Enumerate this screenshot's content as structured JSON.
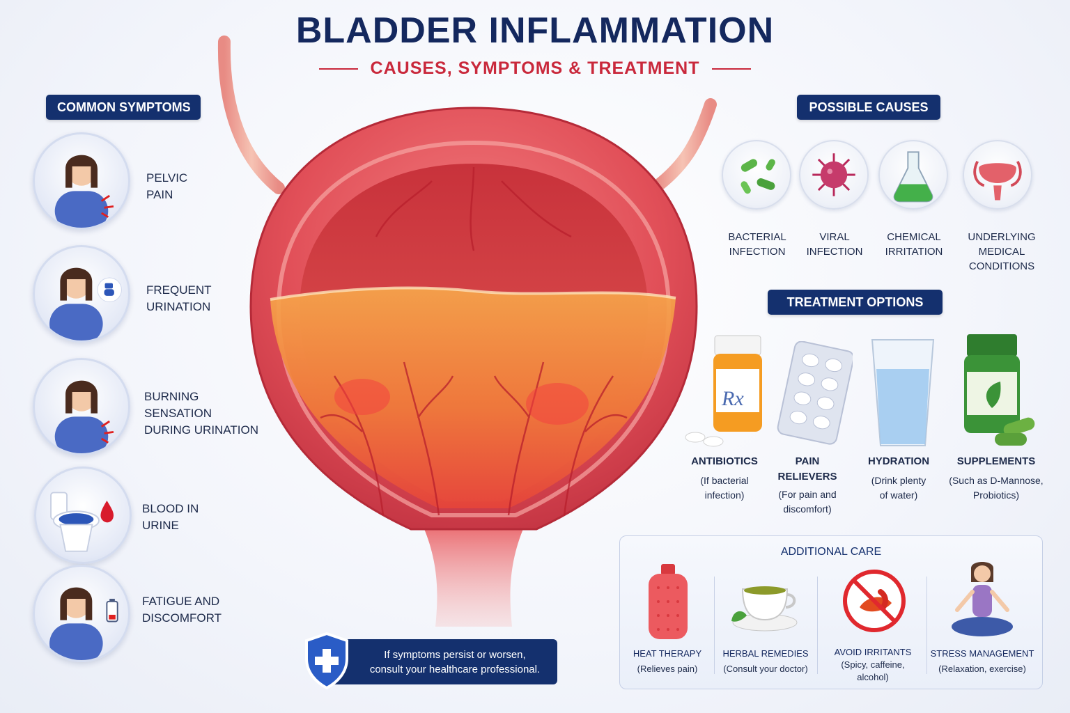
{
  "header": {
    "title": "BLADDER INFLAMMATION",
    "subtitle": "CAUSES, SYMPTOMS & TREATMENT"
  },
  "symptoms": {
    "heading": "COMMON SYMPTOMS",
    "items": [
      {
        "line1": "PELVIC",
        "line2": "PAIN",
        "line3": ""
      },
      {
        "line1": "FREQUENT",
        "line2": "URINATION",
        "line3": ""
      },
      {
        "line1": "BURNING",
        "line2": "SENSATION",
        "line3": "DURING URINATION"
      },
      {
        "line1": "BLOOD IN",
        "line2": "URINE",
        "line3": ""
      },
      {
        "line1": "FATIGUE AND",
        "line2": "DISCOMFORT",
        "line3": ""
      }
    ]
  },
  "causes": {
    "heading": "POSSIBLE CAUSES",
    "items": [
      {
        "line1": "BACTERIAL",
        "line2": "INFECTION",
        "icon": "bacteria-icon"
      },
      {
        "line1": "VIRAL",
        "line2": "INFECTION",
        "icon": "virus-icon"
      },
      {
        "line1": "CHEMICAL",
        "line2": "IRRITATION",
        "icon": "flask-icon"
      },
      {
        "line1": "UNDERLYING",
        "line2": "MEDICAL CONDITIONS",
        "icon": "bladder-icon"
      }
    ]
  },
  "treatment": {
    "heading": "TREATMENT OPTIONS",
    "items": [
      {
        "title1": "ANTIBIOTICS",
        "title2": "",
        "sub1": "(If bacterial",
        "sub2": "infection)",
        "icon": "pill-bottle-icon"
      },
      {
        "title1": "PAIN",
        "title2": "RELIEVERS",
        "sub1": "(For pain and",
        "sub2": "discomfort)",
        "icon": "blister-pack-icon"
      },
      {
        "title1": "HYDRATION",
        "title2": "",
        "sub1": "(Drink plenty",
        "sub2": "of water)",
        "icon": "water-glass-icon"
      },
      {
        "title1": "SUPPLEMENTS",
        "title2": "",
        "sub1": "(Such as D-Mannose,",
        "sub2": "Probiotics)",
        "icon": "supplement-bottle-icon"
      }
    ],
    "rx_label": "Rx"
  },
  "additional_care": {
    "heading": "ADDITIONAL CARE",
    "items": [
      {
        "title": "HEAT THERAPY",
        "sub1": "(Relieves pain)",
        "sub2": ""
      },
      {
        "title": "HERBAL REMEDIES",
        "sub1": "(Consult your doctor)",
        "sub2": ""
      },
      {
        "title": "AVOID IRRITANTS",
        "sub1": "(Spicy, caffeine,",
        "sub2": "alcohol)"
      },
      {
        "title": "STRESS MANAGEMENT",
        "sub1": "(Relaxation, exercise)",
        "sub2": ""
      }
    ]
  },
  "notice": {
    "line1": "If symptoms persist or worsen,",
    "line2": "consult your healthcare professional."
  },
  "colors": {
    "navy": "#14306e",
    "accent_red": "#c9283b",
    "tissue": "#e8555c",
    "urine": "#f3a04a"
  }
}
